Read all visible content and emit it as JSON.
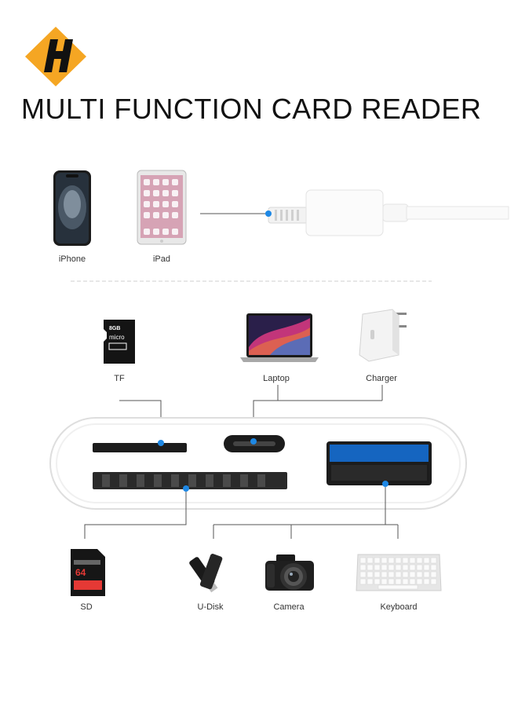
{
  "brand": {
    "logo_letter": "H",
    "logo_color": "#F5A623"
  },
  "title": "MULTI FUNCTION CARD READER",
  "lightning_devices": [
    {
      "label": "iPhone"
    },
    {
      "label": "iPad"
    }
  ],
  "top_devices": [
    {
      "label": "TF"
    },
    {
      "label": "Laptop"
    },
    {
      "label": "Charger"
    }
  ],
  "tf_card": {
    "capacity": "8GB",
    "brand": "micro"
  },
  "bottom_devices": [
    {
      "label": "SD"
    },
    {
      "label": "U-Disk"
    },
    {
      "label": "Camera"
    },
    {
      "label": "Keyboard"
    }
  ],
  "sd_card": {
    "capacity": "64"
  },
  "colors": {
    "accent_dot": "#1E88E5",
    "usb_blue": "#1565C0",
    "line": "#555555"
  }
}
